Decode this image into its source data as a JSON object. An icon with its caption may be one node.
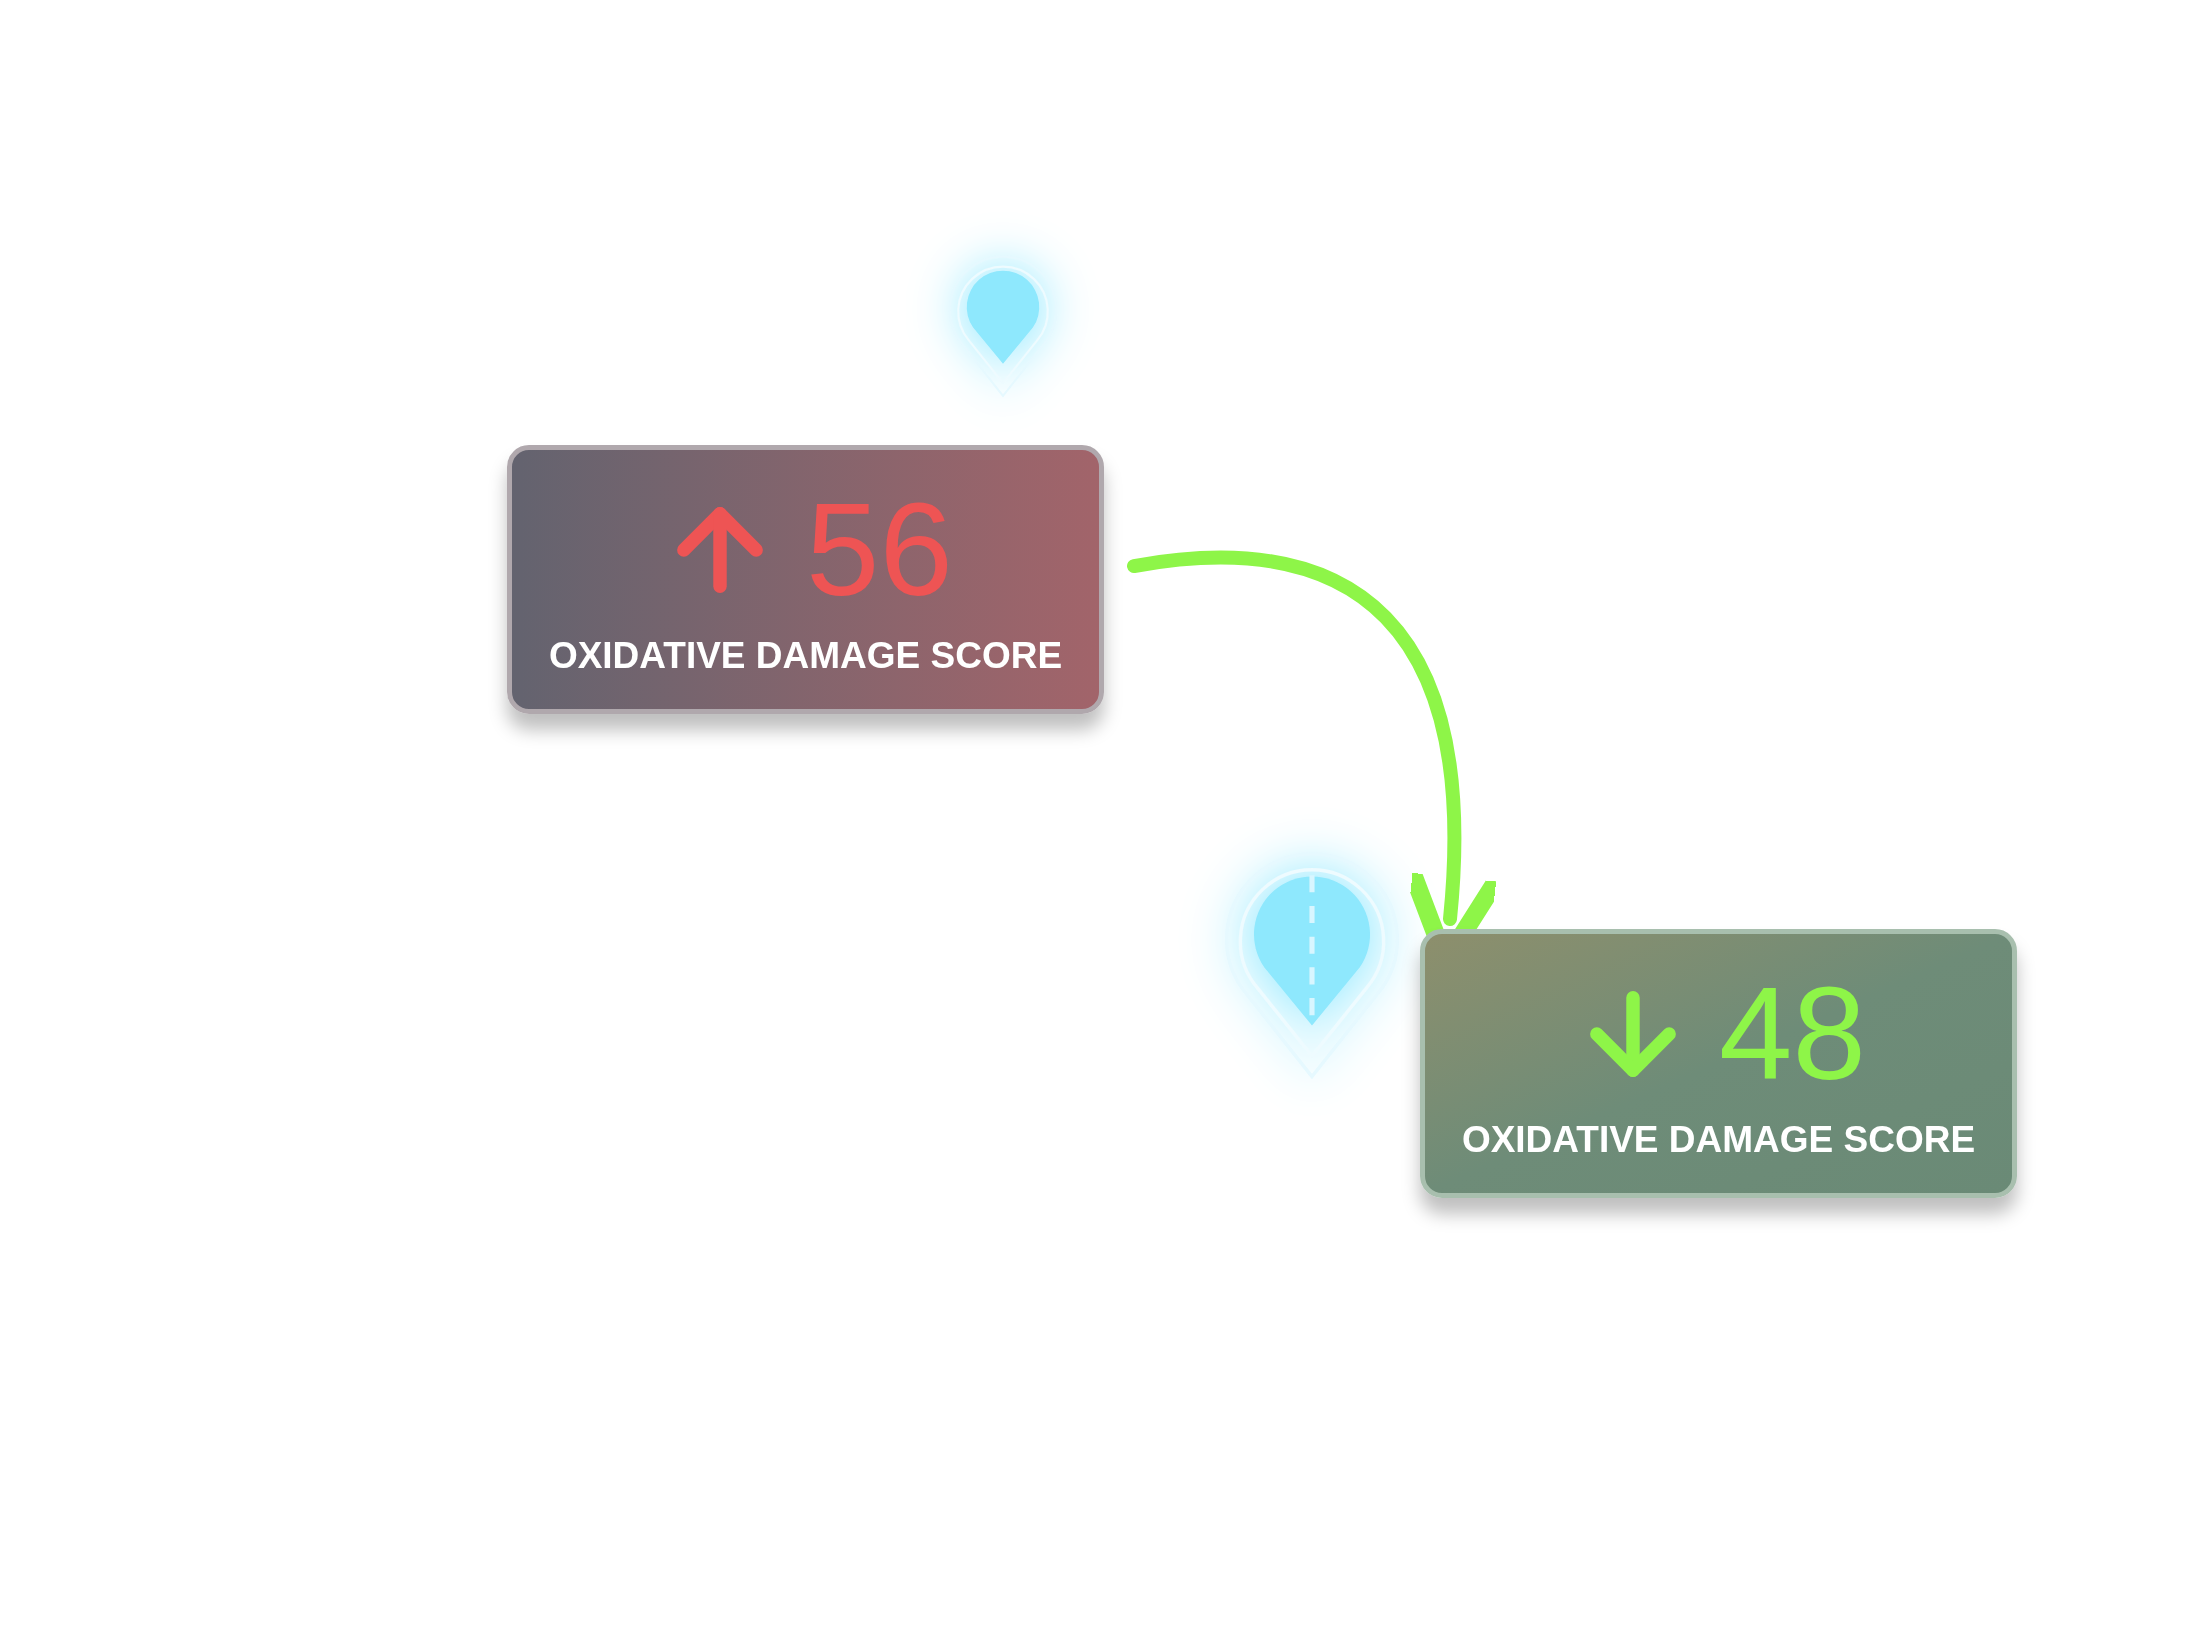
{
  "diagram": {
    "nodes": [
      {
        "text": [
          "56",
          "OXIDATIVE DAMAGE SCORE"
        ]
      },
      {
        "text": [
          "48",
          "OXIDATIVE DAMAGE SCORE"
        ]
      }
    ],
    "edges": [
      {
        "from": 0,
        "to": 1,
        "arrow": "to"
      }
    ]
  }
}
